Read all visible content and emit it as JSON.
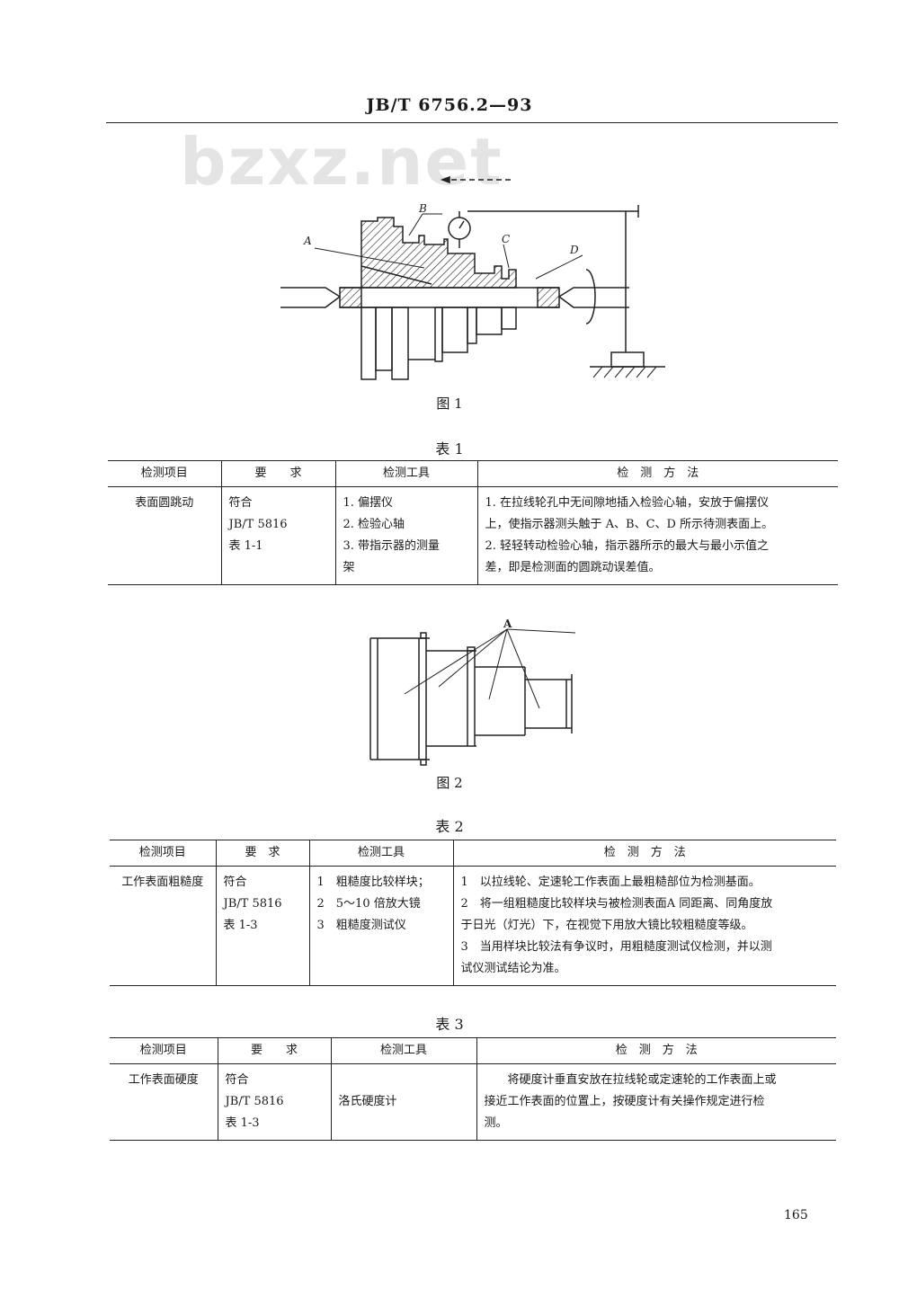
{
  "header": {
    "standard_no": "JB/T 6756.2—93"
  },
  "watermark": "bzxz.net",
  "figure1": {
    "caption": "图 1",
    "labels": {
      "a": "A",
      "b": "B",
      "c": "C",
      "d": "D"
    }
  },
  "table1": {
    "caption": "表 1",
    "headers": [
      "检测项目",
      "要　　求",
      "检测工具",
      "检　测　方　法"
    ],
    "row": {
      "item": "表面圆跳动",
      "req": [
        "符合",
        "JB/T 5816",
        "表 1-1"
      ],
      "tools": [
        "1. 偏摆仪",
        "2. 检验心轴",
        "3. 带指示器的测量",
        "架"
      ],
      "method": [
        "1. 在拉线轮孔中无间隙地插入检验心轴，安放于偏摆仪",
        "上，使指示器测头触于 A、B、C、D 所示待测表面上。",
        "2. 轻轻转动检验心轴，指示器所示的最大与最小示值之",
        "差，即是检测面的圆跳动误差值。"
      ]
    }
  },
  "figure2": {
    "caption": "图 2",
    "label": "A"
  },
  "table2": {
    "caption": "表 2",
    "headers": [
      "检测项目",
      "要　求",
      "检测工具",
      "检　测　方　法"
    ],
    "row": {
      "item": "工作表面粗糙度",
      "req": [
        "符合",
        "JB/T 5816",
        "表 1-3"
      ],
      "tools": [
        "1　粗糙度比较样块；",
        "2　5～10 倍放大镜",
        "3　粗糙度测试仪"
      ],
      "method": [
        "1　以拉线轮、定速轮工作表面上最粗糙部位为检测基面。",
        "2　将一组粗糙度比较样块与被检测表面A 同距离、同角度放",
        "于日光（灯光）下，在视觉下用放大镜比较粗糙度等级。",
        "3　当用样块比较法有争议时，用粗糙度测试仪检测，并以测",
        "试仪测试结论为准。"
      ]
    }
  },
  "table3": {
    "caption": "表 3",
    "headers": [
      "检测项目",
      "要　　求",
      "检测工具",
      "检　测　方　法"
    ],
    "row": {
      "item": "工作表面硬度",
      "req": [
        "符合",
        "JB/T 5816",
        "表 1-3"
      ],
      "tools": [
        "洛氏硬度计"
      ],
      "method": [
        "将硬度计垂直安放在拉线轮或定速轮的工作表面上或",
        "接近工作表面的位置上，按硬度计有关操作规定进行检",
        "测。"
      ]
    }
  },
  "page_number": "165"
}
